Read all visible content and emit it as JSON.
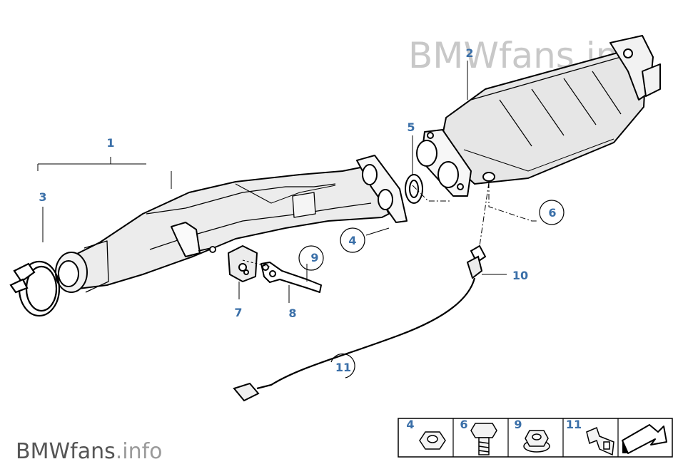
{
  "watermark": {
    "brand": "BMWfans",
    "suffix": ".info"
  },
  "footer_logo": {
    "brand": "BMWfans",
    "suffix": ".info"
  },
  "callouts": {
    "c1": "1",
    "c2": "2",
    "c3": "3",
    "c4": "4",
    "c5": "5",
    "c6": "6",
    "c7": "7",
    "c8": "8",
    "c9": "9",
    "c10": "10",
    "c11": "11"
  },
  "legend": {
    "items": [
      {
        "label": "4",
        "icon": "hex-nut-icon"
      },
      {
        "label": "6",
        "icon": "bolt-icon"
      },
      {
        "label": "9",
        "icon": "flange-nut-icon"
      },
      {
        "label": "11",
        "icon": "bracket-clip-icon"
      },
      {
        "label": "",
        "icon": "next-arrow-icon"
      }
    ]
  }
}
